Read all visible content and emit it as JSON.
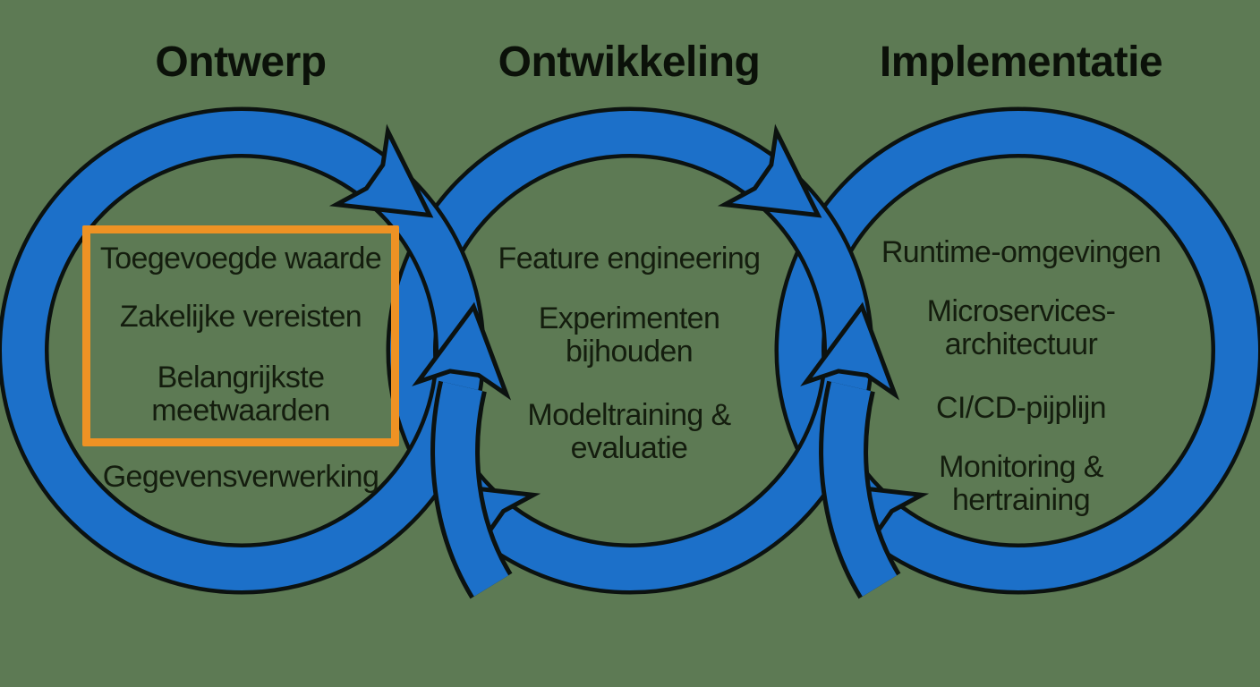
{
  "diagram": {
    "colors": {
      "background": "#5d7a54",
      "arrow_blue": "#1c70c9",
      "outline": "#0c1210",
      "text": "#141d0e",
      "highlight_orange": "#ee9224"
    },
    "phases": [
      {
        "title": "Ontwerp",
        "items": [
          "Toegevoegde waarde",
          "Zakelijke vereisten",
          "Belangrijkste\nmeetwaarden",
          "Gegevensverwerking"
        ]
      },
      {
        "title": "Ontwikkeling",
        "items": [
          "Feature engineering",
          "Experimenten\nbijhouden",
          "Modeltraining &\nevaluatie"
        ]
      },
      {
        "title": "Implementatie",
        "items": [
          "Runtime-omgevingen",
          "Microservices-\narchitectuur",
          "CI/CD-pijplijn",
          "Monitoring &\nhertraining"
        ]
      }
    ]
  }
}
